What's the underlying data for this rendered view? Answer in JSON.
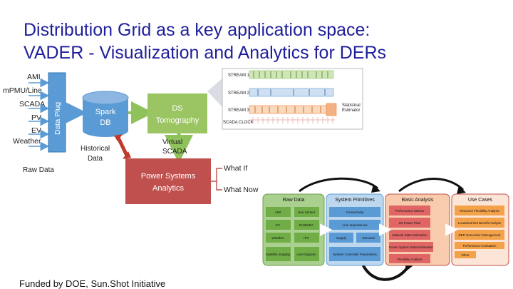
{
  "slide": {
    "title_line1": "Distribution Grid as a key application space:",
    "title_line2": "VADER - Visualization and Analytics for DERs",
    "footer": "Funded by DOE, Sun.Shot Initiative"
  },
  "left_diagram": {
    "inputs": [
      "AMI",
      "mPMU/Line",
      "SCADA",
      "PV",
      "EV",
      "Weather"
    ],
    "raw_data": "Raw Data",
    "data_plug": "Data Plug",
    "spark_line1": "Spark",
    "spark_line2": "DB",
    "ds_line1": "DS",
    "ds_line2": "Tomography",
    "historical_line1": "Historical",
    "historical_line2": "Data",
    "virtual_line1": "Virtual",
    "virtual_line2": "SCADA",
    "analytics_line1": "Power Systems",
    "analytics_line2": "Analytics",
    "what_if": "What If",
    "what_now": "What Now"
  },
  "stream_panel": {
    "streams": [
      "STREAM 1",
      "STREAM 2",
      "STREAM 3"
    ],
    "clock": "SCADA CLOCK",
    "estimator_line1": "Statistical",
    "estimator_line2": "Estimator"
  },
  "flow_diagram": {
    "raw_data": {
      "title": "Raw Data",
      "items": [
        "AMI",
        "Line Sensor",
        "EV",
        "EVSE/DA",
        "Weather",
        "IPV",
        "Satellite Imaging",
        "Line Diagram"
      ]
    },
    "system_primitives": {
      "title": "System Primitives",
      "items": [
        "Connectivity",
        "Line Impedances",
        "Supply",
        "Demand",
        "System Controller Parameters"
      ]
    },
    "basic_analysis": {
      "title": "Basic Analysis",
      "items": [
        "Performance Metrics",
        "ML Power Flow",
        "Network State Estimation",
        "Power System State Estimation",
        "Flexibility Analysis"
      ]
    },
    "use_cases": {
      "title": "Use Cases",
      "items": [
        "Resource Flexibility Analysis",
        "Locational Net Benefit Analysis",
        "DER Generation Management",
        "Performance Evaluation",
        "Other"
      ]
    }
  }
}
